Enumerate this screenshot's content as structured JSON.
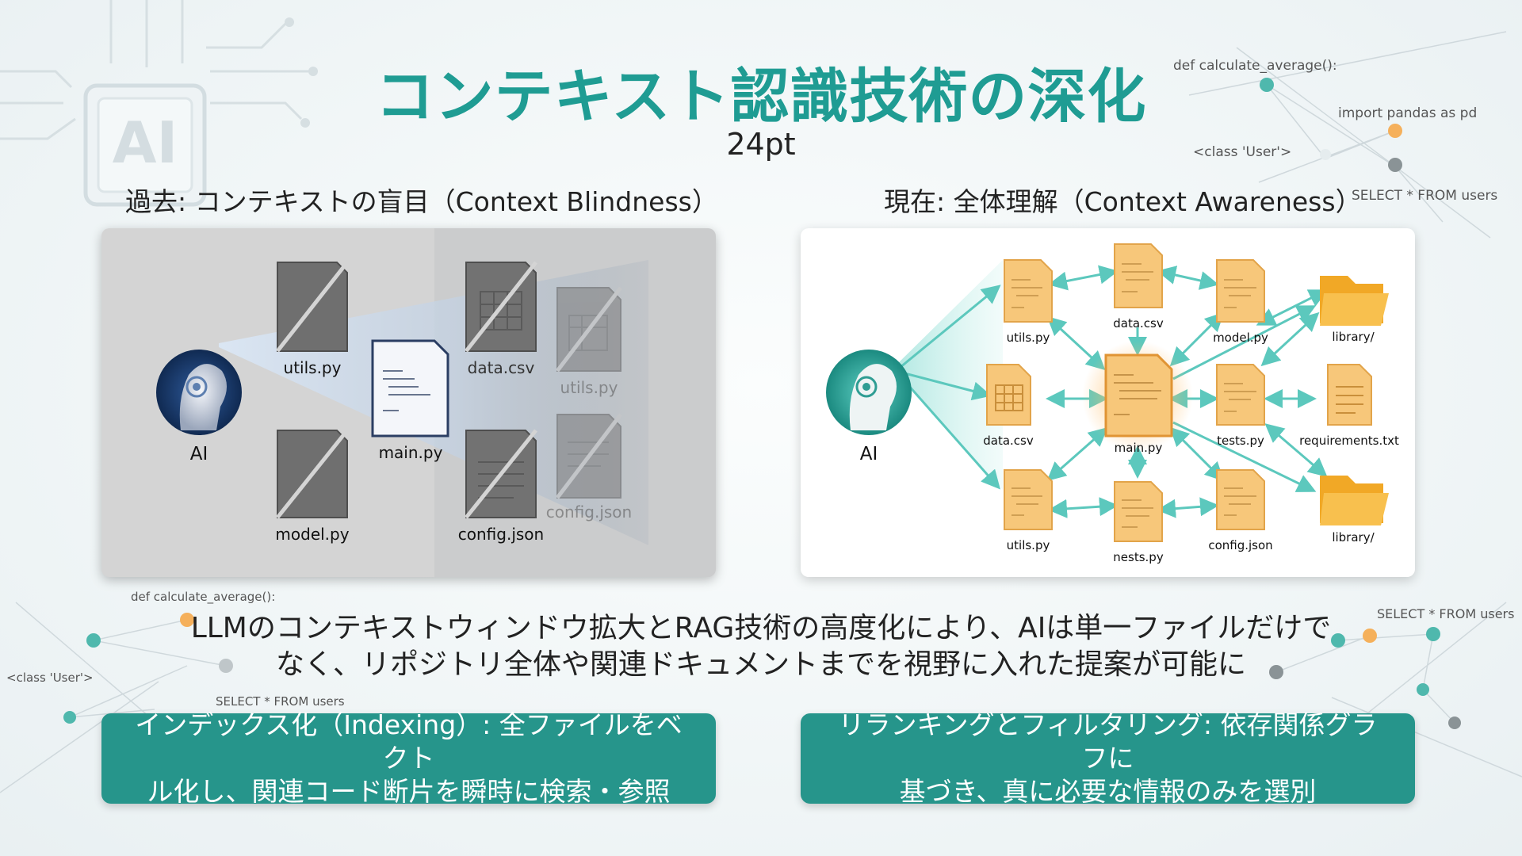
{
  "title": "コンテキスト認識技術の深化",
  "subtitle": "24pt",
  "left_section": {
    "label": "過去: コンテキストの盲目（Context Blindness）",
    "ai_label": "AI",
    "files": {
      "utils": "utils.py",
      "data": "data.csv",
      "utils_faded": "utils.py",
      "main": "main.py",
      "model": "model.py",
      "config": "config.json",
      "config_faded": "config.json"
    }
  },
  "right_section": {
    "label": "現在: 全体理解（Context Awareness）",
    "ai_label": "AI",
    "files": {
      "utils_top": "utils.py",
      "data_top": "data.csv",
      "model": "model.py",
      "library_top": "library/",
      "data_mid": "data.csv",
      "main": "main.py",
      "tests": "tests.py",
      "requirements": "requirements.txt",
      "utils_bottom": "utils.py",
      "nests": "nests.py",
      "config": "config.json",
      "library_bottom": "library/"
    }
  },
  "body_text": {
    "line1": "LLMのコンテキストウィンドウ拡大とRAG技術の高度化により、AIは単一ファイルだけで",
    "line2": "なく、リポジトリ全体や関連ドキュメントまでを視野に入れた提案が可能に"
  },
  "callouts": {
    "left": {
      "line1": "インデックス化（Indexing）: 全ファイルをベクト",
      "line2": "ル化し、関連コード断片を瞬時に検索・参照"
    },
    "right": {
      "line1": "リランキングとフィルタリング: 依存関係グラフに",
      "line2": "基づき、真に必要な情報のみを選別"
    }
  },
  "decor": {
    "chip_text": "AI",
    "code_def": "def calculate_average():",
    "code_import": "import pandas as pd",
    "code_class": "<class 'User'>",
    "code_select": "SELECT * FROM users",
    "code_def_2": "def calculate_average():",
    "code_class_2": "<class 'User'>",
    "code_select_2": "SELECT * FROM users",
    "code_select_3": "SELECT * FROM users"
  },
  "colors": {
    "title": "#1f9c93",
    "callout_bg": "#26958b",
    "teal_arrow": "#5cc8bd",
    "file_orange": "#f7c77a",
    "left_panel_bg": "#d4d4d4"
  }
}
